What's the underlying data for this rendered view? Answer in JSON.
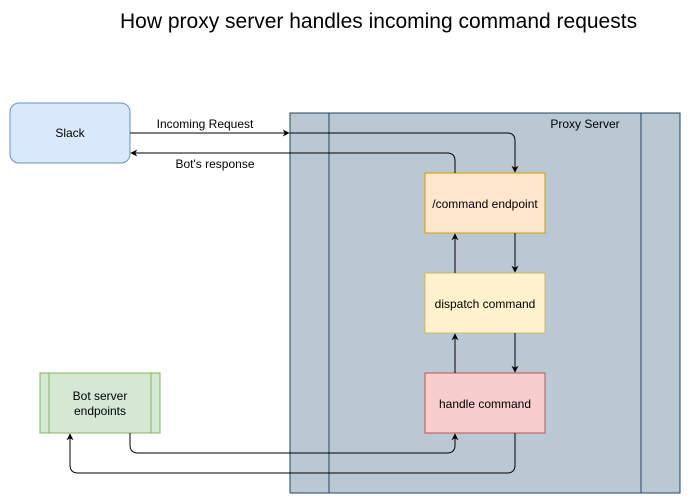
{
  "title": "How proxy server handles incoming command requests",
  "nodes": {
    "slack": "Slack",
    "proxy_server": "Proxy Server",
    "command_endpoint": "/command endpoint",
    "dispatch_command": "dispatch command",
    "handle_command": "handle command",
    "bot_server_endpoints": [
      "Bot server",
      "endpoints"
    ]
  },
  "edges": {
    "incoming_request": "Incoming Request",
    "bots_response": "Bot's response"
  },
  "colors": {
    "slack_fill": "#dae8fc",
    "slack_stroke": "#6c8ebf",
    "proxy_fill": "#bac8d3",
    "proxy_stroke": "#23445d",
    "command_fill": "#ffe6cc",
    "command_stroke": "#d79b00",
    "dispatch_fill": "#fff2cc",
    "dispatch_stroke": "#d6b656",
    "handle_fill": "#f8cecc",
    "handle_stroke": "#b85450",
    "bot_fill": "#d5e8d4",
    "bot_stroke": "#82b366"
  }
}
